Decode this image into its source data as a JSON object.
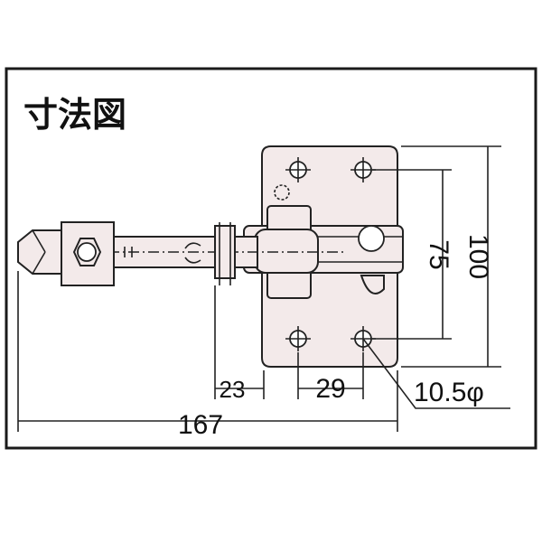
{
  "title": "寸法図",
  "dimensions": {
    "overall_length": "167",
    "offset": "23",
    "hole_pitch_x": "29",
    "hole_pitch_y": "75",
    "base_height": "100",
    "hole_diameter": "10.5φ"
  }
}
